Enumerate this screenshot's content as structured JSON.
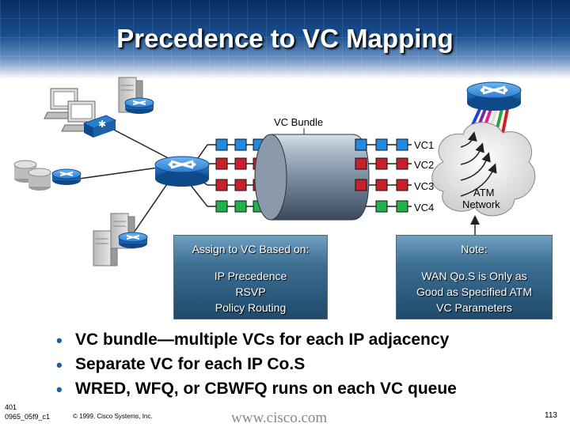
{
  "slide": {
    "title": "Precedence to VC Mapping",
    "bundle_label": "VC Bundle",
    "vcs": [
      "VC1",
      "VC2",
      "VC3",
      "VC4"
    ],
    "cloud_label_line1": "ATM",
    "cloud_label_line2": "Network",
    "box_left": {
      "heading": "Assign to VC Based on:",
      "lines": [
        "IP Precedence",
        "RSVP",
        "Policy Routing"
      ]
    },
    "box_right": {
      "heading": "Note:",
      "lines": [
        "WAN Qo.S is Only as",
        "Good as Specified ATM",
        "VC Parameters"
      ]
    },
    "bullets": [
      "VC bundle—multiple VCs for each IP adjacency",
      "Separate VC for each IP Co.S",
      "WRED, WFQ, or CBWFQ runs on each VC queue"
    ],
    "footer": {
      "code_line1": "401",
      "code_line2": "0965_05f9_c1",
      "copyright": "© 1999, Cisco Systems, Inc.",
      "website": "www.cisco.com",
      "page_number": "113"
    }
  },
  "colors": {
    "title_band": "#1a4e8f",
    "router_blue": "#2b7fd0",
    "queue_cell_blue": "#1e8be0",
    "queue_cell_red": "#c8202a",
    "queue_cell_green": "#22b14c",
    "box_teal": "#3d6f93",
    "bullet_blue": "#1d5ea0"
  },
  "icons": [
    "router-icon",
    "workstation-icon",
    "server-icon",
    "switch-icon",
    "database-icon",
    "atm-cloud-icon"
  ]
}
